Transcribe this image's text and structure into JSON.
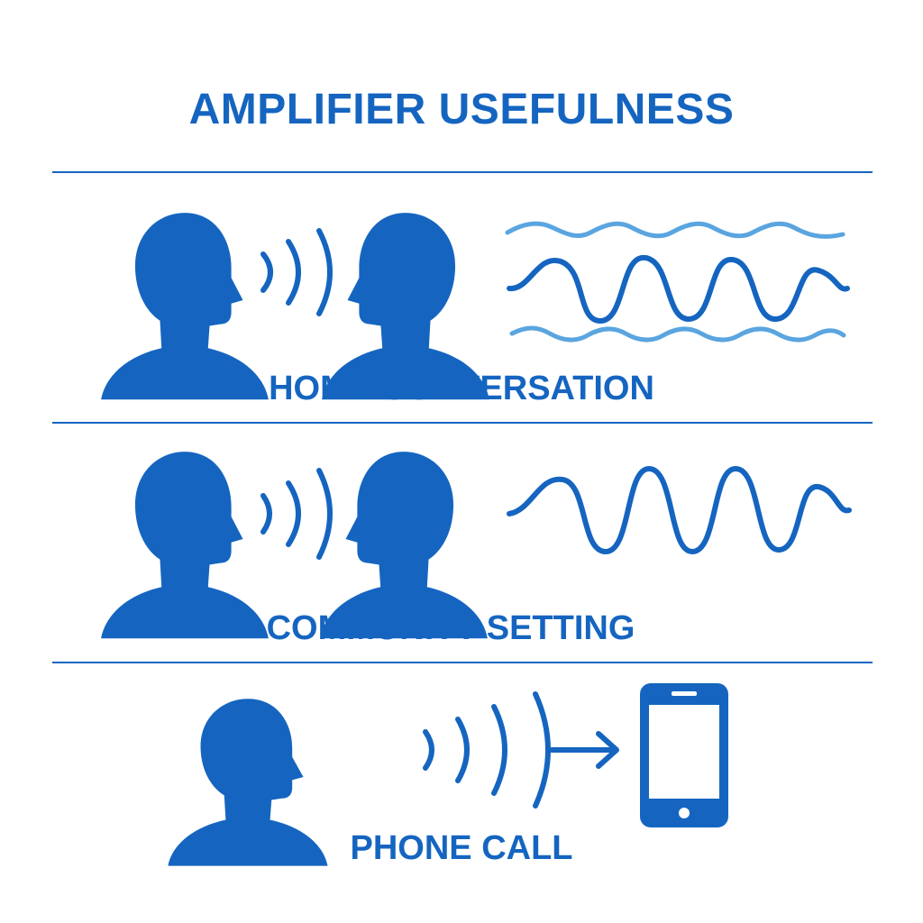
{
  "title": "AMPLIFIER USEFULNESS",
  "colors": {
    "primary": "#1565c0",
    "light": "#5aa5e0",
    "background": "#ffffff"
  },
  "sections": [
    {
      "label": "HOME CONVERSATION",
      "icons": [
        "person-speaking-icon",
        "sound-waves-icon",
        "person-listening-icon",
        "soundwave-with-noise-icon"
      ]
    },
    {
      "label": "COMMUNITY SETTING",
      "icons": [
        "person-speaking-icon",
        "sound-waves-icon",
        "person-listening-icon",
        "soundwave-icon"
      ]
    },
    {
      "label": "PHONE CALL",
      "icons": [
        "person-speaking-icon",
        "sound-waves-icon",
        "arrow-right-icon",
        "smartphone-icon"
      ]
    }
  ]
}
